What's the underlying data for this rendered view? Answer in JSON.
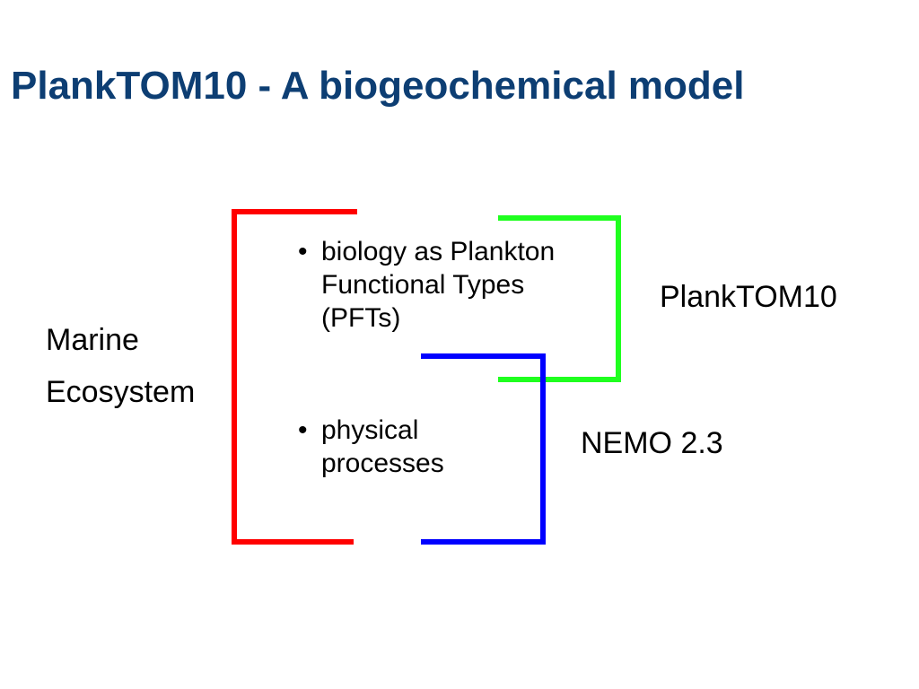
{
  "title": "PlankTOM10 - A biogeochemical model",
  "colors": {
    "title": "#0d3e73",
    "bracket_red": "#ff0000",
    "bracket_green": "#1fff1f",
    "bracket_blue": "#0000ff"
  },
  "left_label": {
    "line1": "Marine",
    "line2": "Ecosystem"
  },
  "bullets_top": {
    "marker": "•",
    "line1": "biology as Plankton",
    "line2": "Functional Types",
    "line3": "(PFTs)"
  },
  "bullets_bottom": {
    "marker": "•",
    "line1": "physical",
    "line2": "processes"
  },
  "right_labels": {
    "planktom": "PlankTOM10",
    "nemo": "NEMO 2.3"
  }
}
